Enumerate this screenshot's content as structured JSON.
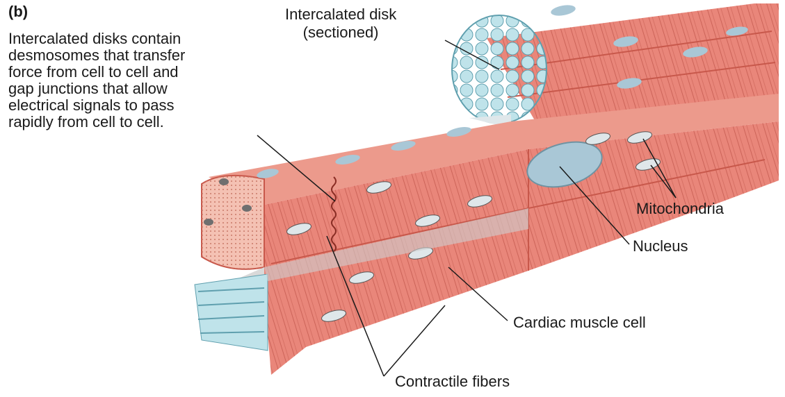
{
  "panel_label": "(b)",
  "caption": "Intercalated disks contain\ndesmosomes that transfer\nforce from cell to cell and\ngap junctions that allow\nelectrical signals to pass\nrapidly from cell to cell.",
  "labels": {
    "intercalated_disk_sectioned": "Intercalated disk\n(sectioned)",
    "mitochondria": "Mitochondria",
    "nucleus": "Nucleus",
    "cardiac_muscle_cell": "Cardiac muscle cell",
    "contractile_fibers": "Contractile fibers"
  },
  "colors": {
    "muscle": "#e9867a",
    "muscle_dark": "#c8584b",
    "cross_section": "#f4c1b3",
    "nucleus": "#a9c7d6",
    "disk": "#9fd2de",
    "fibers": "#9fd2de"
  }
}
